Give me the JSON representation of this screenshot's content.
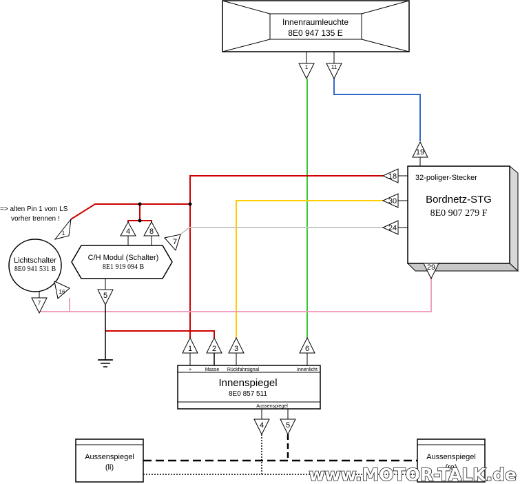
{
  "colors": {
    "line": "#000000",
    "red_wire": "#cc0000",
    "green_wire": "#33cc33",
    "blue_wire": "#3366cc",
    "yellow_wire": "#ffcc00",
    "grey_wire": "#c8c8c8",
    "pink_wire": "#f0a0c0",
    "box_shadow": "#dddddd"
  },
  "innenraumleuchte": {
    "name": "Innenraumleuchte",
    "part": "8E0 947 135 E",
    "pins": [
      "1",
      "11"
    ]
  },
  "bordnetz": {
    "connector": "32-poliger-Stecker",
    "name": "Bordnetz-STG",
    "part": "8E0 907 279 F",
    "pins": [
      "19",
      "18",
      "30",
      "24",
      "29"
    ]
  },
  "lichtschalter": {
    "name": "Lichtschalter",
    "part": "8E0 941 531 B",
    "pins": [
      "1",
      "7",
      "16"
    ]
  },
  "note": {
    "line1": "=> alten Pin 1 vom LS",
    "line2": "vorher trennen !"
  },
  "ch_modul": {
    "name": "C/H Modul (Schalter)",
    "part": "8E1 919 094 B",
    "pins": [
      "4",
      "8",
      "7",
      "5"
    ]
  },
  "innenspiegel": {
    "name": "Innenspiegel",
    "part": "8E0 857 511",
    "terminals": [
      "+",
      "Masse",
      "Rückfahrsignal",
      "Innenlicht"
    ],
    "bottom_label": "Aussenspiegel",
    "pins_top": [
      "1",
      "2",
      "3",
      "6"
    ],
    "pins_bottom": [
      "4",
      "5"
    ]
  },
  "aussenspiegel_li": {
    "name": "Aussenspiegel",
    "side": "(li)"
  },
  "aussenspiegel_re": {
    "name": "Aussenspiegel",
    "side": "(re)"
  },
  "watermark": "www.MOTOR-TALK.de"
}
